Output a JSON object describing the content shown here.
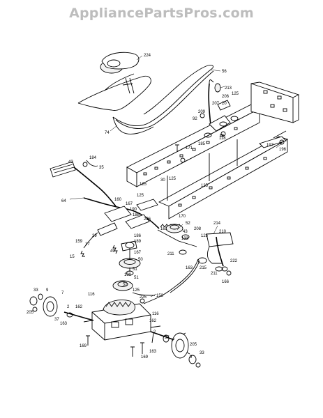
{
  "watermark": "AppliancePartsPros.com",
  "labels": [
    {
      "id": "224",
      "text": "224"
    },
    {
      "id": "56",
      "text": "56"
    },
    {
      "id": "213",
      "text": "213"
    },
    {
      "id": "125a",
      "text": "125"
    },
    {
      "id": "206",
      "text": "206"
    },
    {
      "id": "207",
      "text": "207"
    },
    {
      "id": "20",
      "text": "20"
    },
    {
      "id": "209",
      "text": "209"
    },
    {
      "id": "92",
      "text": "92"
    },
    {
      "id": "185",
      "text": "185"
    },
    {
      "id": "118",
      "text": "118"
    },
    {
      "id": "171",
      "text": "171"
    },
    {
      "id": "197",
      "text": "197"
    },
    {
      "id": "196",
      "text": "196"
    },
    {
      "id": "74",
      "text": "74"
    },
    {
      "id": "184",
      "text": "184"
    },
    {
      "id": "42",
      "text": "42"
    },
    {
      "id": "35",
      "text": "35"
    },
    {
      "id": "125b",
      "text": "125"
    },
    {
      "id": "30",
      "text": "30"
    },
    {
      "id": "125c",
      "text": "125"
    },
    {
      "id": "125d",
      "text": "125"
    },
    {
      "id": "125e",
      "text": "125"
    },
    {
      "id": "64",
      "text": "64"
    },
    {
      "id": "160",
      "text": "160"
    },
    {
      "id": "167a",
      "text": "167"
    },
    {
      "id": "190",
      "text": "190"
    },
    {
      "id": "188",
      "text": "188"
    },
    {
      "id": "226",
      "text": "226"
    },
    {
      "id": "170",
      "text": "170"
    },
    {
      "id": "161",
      "text": "161"
    },
    {
      "id": "52",
      "text": "52"
    },
    {
      "id": "208",
      "text": "208"
    },
    {
      "id": "214",
      "text": "214"
    },
    {
      "id": "210",
      "text": "210"
    },
    {
      "id": "43",
      "text": "43"
    },
    {
      "id": "125f",
      "text": "125"
    },
    {
      "id": "133",
      "text": "133"
    },
    {
      "id": "159",
      "text": "159"
    },
    {
      "id": "29",
      "text": "29"
    },
    {
      "id": "17",
      "text": "17"
    },
    {
      "id": "15",
      "text": "15"
    },
    {
      "id": "186",
      "text": "186"
    },
    {
      "id": "189",
      "text": "189"
    },
    {
      "id": "49",
      "text": "49"
    },
    {
      "id": "167b",
      "text": "167"
    },
    {
      "id": "50",
      "text": "50"
    },
    {
      "id": "51a",
      "text": "51"
    },
    {
      "id": "190b",
      "text": "190"
    },
    {
      "id": "51b",
      "text": "51"
    },
    {
      "id": "52b",
      "text": "52"
    },
    {
      "id": "211a",
      "text": "211"
    },
    {
      "id": "163a",
      "text": "163"
    },
    {
      "id": "215",
      "text": "215"
    },
    {
      "id": "211b",
      "text": "211"
    },
    {
      "id": "222",
      "text": "222"
    },
    {
      "id": "166",
      "text": "166"
    },
    {
      "id": "125g",
      "text": "125"
    },
    {
      "id": "225",
      "text": "225"
    },
    {
      "id": "153",
      "text": "153"
    },
    {
      "id": "33a",
      "text": "33"
    },
    {
      "id": "9",
      "text": "9"
    },
    {
      "id": "7",
      "text": "7"
    },
    {
      "id": "205a",
      "text": "205"
    },
    {
      "id": "116a",
      "text": "116"
    },
    {
      "id": "2a",
      "text": "2"
    },
    {
      "id": "162a",
      "text": "162"
    },
    {
      "id": "37a",
      "text": "37"
    },
    {
      "id": "163b",
      "text": "163"
    },
    {
      "id": "116b",
      "text": "116"
    },
    {
      "id": "162b",
      "text": "162"
    },
    {
      "id": "169a",
      "text": "169"
    },
    {
      "id": "2b",
      "text": "2"
    },
    {
      "id": "37b",
      "text": "37"
    },
    {
      "id": "163c",
      "text": "163"
    },
    {
      "id": "169b",
      "text": "169"
    },
    {
      "id": "205b",
      "text": "205"
    },
    {
      "id": "33b",
      "text": "33"
    },
    {
      "id": "9b",
      "text": "9"
    }
  ]
}
